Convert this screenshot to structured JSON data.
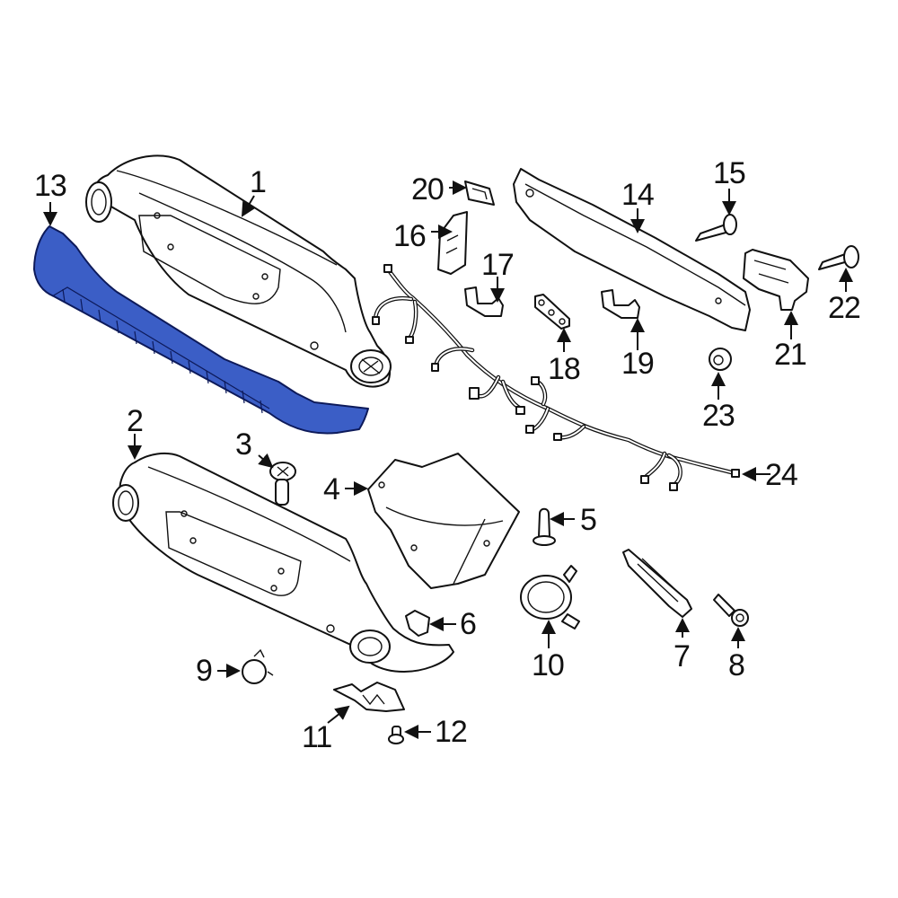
{
  "diagram": {
    "title": "Rear bumper assembly exploded parts diagram",
    "highlight_color": "#3b5ec6",
    "highlighted_part": "13",
    "callouts": [
      {
        "id": "1",
        "label": "1",
        "part": "bumper-cover-upper"
      },
      {
        "id": "2",
        "label": "2",
        "part": "bumper-cover-lower"
      },
      {
        "id": "3",
        "label": "3",
        "part": "screw"
      },
      {
        "id": "4",
        "label": "4",
        "part": "side-bracket"
      },
      {
        "id": "5",
        "label": "5",
        "part": "push-pin"
      },
      {
        "id": "6",
        "label": "6",
        "part": "clip"
      },
      {
        "id": "7",
        "label": "7",
        "part": "guide-bracket"
      },
      {
        "id": "8",
        "label": "8",
        "part": "bolt"
      },
      {
        "id": "9",
        "label": "9",
        "part": "park-sensor"
      },
      {
        "id": "10",
        "label": "10",
        "part": "sensor-holder"
      },
      {
        "id": "11",
        "label": "11",
        "part": "bezel"
      },
      {
        "id": "12",
        "label": "12",
        "part": "rivet"
      },
      {
        "id": "13",
        "label": "13",
        "part": "lower-valance"
      },
      {
        "id": "14",
        "label": "14",
        "part": "impact-bar"
      },
      {
        "id": "15",
        "label": "15",
        "part": "bolt"
      },
      {
        "id": "16",
        "label": "16",
        "part": "bracket"
      },
      {
        "id": "17",
        "label": "17",
        "part": "bracket"
      },
      {
        "id": "18",
        "label": "18",
        "part": "plate"
      },
      {
        "id": "19",
        "label": "19",
        "part": "bracket"
      },
      {
        "id": "20",
        "label": "20",
        "part": "pad"
      },
      {
        "id": "21",
        "label": "21",
        "part": "mount-bracket"
      },
      {
        "id": "22",
        "label": "22",
        "part": "bolt"
      },
      {
        "id": "23",
        "label": "23",
        "part": "nut"
      },
      {
        "id": "24",
        "label": "24",
        "part": "wiring-harness"
      }
    ]
  }
}
